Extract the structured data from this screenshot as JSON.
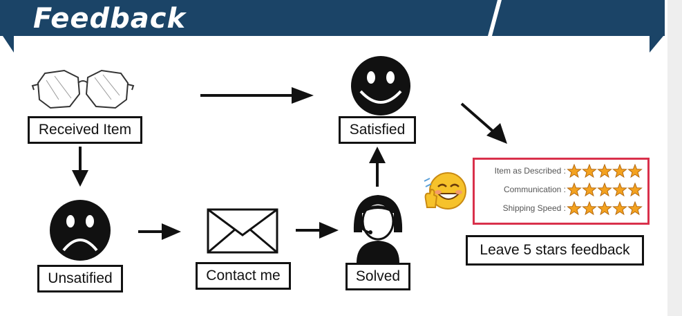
{
  "header": {
    "title": "Feedback",
    "color": "#1b4467"
  },
  "steps": {
    "received": "Received Item",
    "unsatisfied": "Unsatified",
    "contact": "Contact me",
    "solved": "Solved",
    "satisfied": "Satisfied"
  },
  "rating": {
    "rows": [
      {
        "label": "Item as Described :",
        "stars": 5
      },
      {
        "label": "Communication :",
        "stars": 5
      },
      {
        "label": "Shipping Speed :",
        "stars": 5
      }
    ],
    "border_color": "#d9304b",
    "star_color": "#f4a21f"
  },
  "cta": "Leave 5 stars feedback"
}
